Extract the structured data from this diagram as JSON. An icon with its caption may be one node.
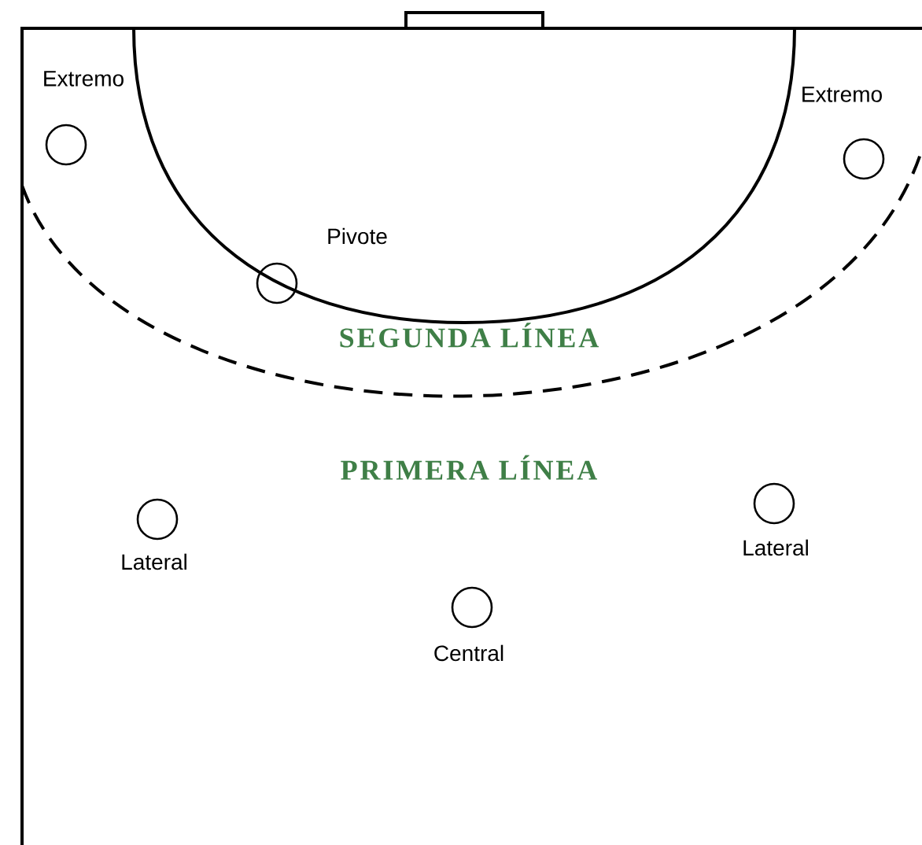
{
  "diagram": {
    "nodes": [
      {
        "text": [],
        "shape": "circle",
        "beside": [
          "Extremo"
        ]
      },
      {
        "text": [],
        "shape": "circle",
        "beside": [
          "Extremo"
        ]
      },
      {
        "text": [],
        "shape": "circle",
        "beside": [
          "Pivote"
        ]
      },
      {
        "text": [],
        "shape": "circle",
        "beside": [
          "Lateral"
        ]
      },
      {
        "text": [],
        "shape": "circle",
        "beside": [
          "Lateral"
        ]
      },
      {
        "text": [],
        "shape": "circle",
        "beside": [
          "Central"
        ]
      }
    ],
    "labels": [
      "SEGUNDA LÍNEA",
      "PRIMERA LÍNEA"
    ]
  }
}
